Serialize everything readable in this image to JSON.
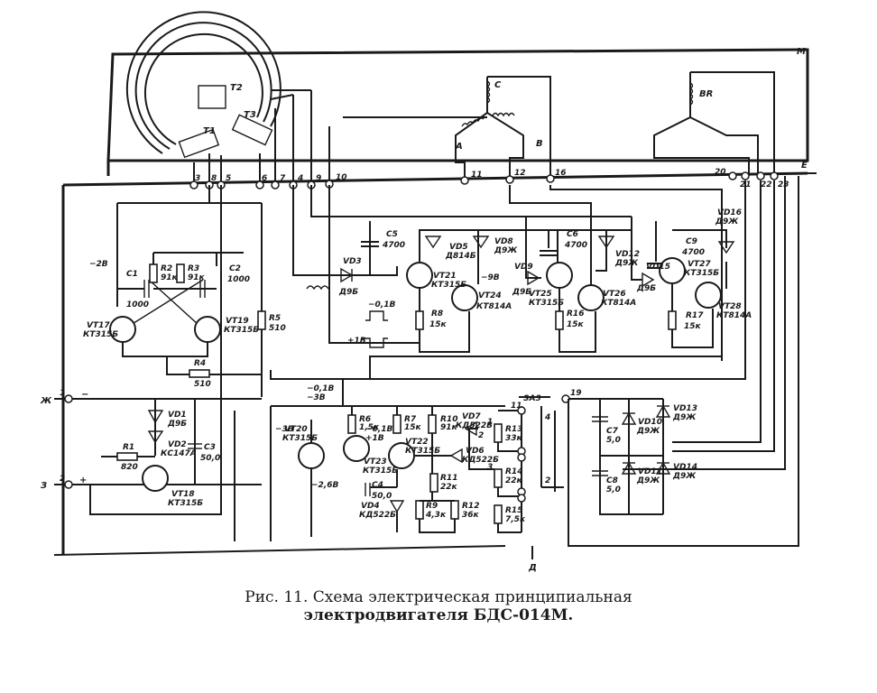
{
  "caption": {
    "line1": "Рис. 11. Схема электрическая принципиальная",
    "line2": "электродвигателя БДС-014М."
  },
  "sensor": {
    "t1": "T1",
    "t2": "T2",
    "t3": "T3"
  },
  "windings": {
    "main": [
      "A",
      "B",
      "C"
    ],
    "brake": "BR"
  },
  "terminals": [
    "3",
    "8",
    "5",
    "6",
    "7",
    "4",
    "9",
    "10",
    "11",
    "12",
    "16",
    "20",
    "21",
    "22",
    "23",
    "19",
    "1",
    "2"
  ],
  "connectors": {
    "M": "M",
    "E": "Е",
    "Zh": "Ж",
    "Z": "З",
    "D": "Д",
    "minus": "−",
    "plus": "+"
  },
  "components": {
    "C1": {
      "ref": "C1",
      "val": "1000"
    },
    "C2": {
      "ref": "C2",
      "val": "1000"
    },
    "C3": {
      "ref": "C3",
      "val": "50,0"
    },
    "C4": {
      "ref": "C4",
      "val": "50,0"
    },
    "C5": {
      "ref": "C5",
      "val": "4700"
    },
    "C6": {
      "ref": "C6",
      "val": "4700"
    },
    "C7": {
      "ref": "C7",
      "val": "5,0"
    },
    "C8": {
      "ref": "C8",
      "val": "5,0"
    },
    "C9": {
      "ref": "C9",
      "val": "4700"
    },
    "R1": {
      "ref": "R1",
      "val": "820"
    },
    "R2": {
      "ref": "R2",
      "val": "91к"
    },
    "R3": {
      "ref": "R3",
      "val": "91к"
    },
    "R4": {
      "ref": "R4",
      "val": "510"
    },
    "R5": {
      "ref": "R5",
      "val": "510"
    },
    "R6": {
      "ref": "R6",
      "val": "1,5к"
    },
    "R7": {
      "ref": "R7",
      "val": "15к"
    },
    "R8": {
      "ref": "R8",
      "val": "15к"
    },
    "R9": {
      "ref": "R9",
      "val": "4,3к"
    },
    "R10": {
      "ref": "R10",
      "val": "91к"
    },
    "R11": {
      "ref": "R11",
      "val": "22к"
    },
    "R12": {
      "ref": "R12",
      "val": "36к"
    },
    "R13": {
      "ref": "R13",
      "val": "33к"
    },
    "R14": {
      "ref": "R14",
      "val": "22к"
    },
    "R15": {
      "ref": "R15",
      "val": "7,5к"
    },
    "R16": {
      "ref": "R16",
      "val": "15к"
    },
    "R17": {
      "ref": "R17",
      "val": "15к"
    },
    "VD1": {
      "ref": "VD1",
      "val": "Д9Б"
    },
    "VD2": {
      "ref": "VD2",
      "val": "КС147А"
    },
    "VD3": {
      "ref": "VD3",
      "val": "Д9Б"
    },
    "VD4": {
      "ref": "VD4",
      "val": "КД522Б"
    },
    "VD5": {
      "ref": "VD5",
      "val": "Д814Б"
    },
    "VD6": {
      "ref": "VD6",
      "val": "КД522Б"
    },
    "VD7": {
      "ref": "VD7",
      "val": "КД522Б"
    },
    "VD8": {
      "ref": "VD8",
      "val": "Д9Ж"
    },
    "VD9": {
      "ref": "VD9",
      "val": "Д9Б"
    },
    "VD12": {
      "ref": "VD12",
      "val": "Д9Ж"
    },
    "VD13": {
      "ref": "VD13",
      "val": "Д9Ж"
    },
    "VD14": {
      "ref": "VD14",
      "val": "Д9Ж"
    },
    "VD15": {
      "ref": "VD15",
      "val": "Д9Б"
    },
    "VD16": {
      "ref": "VD16",
      "val": "Д9Ж"
    },
    "VD10": {
      "ref": "VD10",
      "val": "Д9Ж"
    },
    "VD11": {
      "ref": "VD11",
      "val": "Д9Ж"
    },
    "VT17": {
      "ref": "VT17",
      "val": "КТ315Б"
    },
    "VT18": {
      "ref": "VT18",
      "val": "КТ315Б"
    },
    "VT19": {
      "ref": "VT19",
      "val": "КТ315Б"
    },
    "VT20": {
      "ref": "VT20",
      "val": "КТ315Б"
    },
    "VT21": {
      "ref": "VT21",
      "val": "КТ315Б"
    },
    "VT22": {
      "ref": "VT22",
      "val": "КТ315Б"
    },
    "VT23": {
      "ref": "VT23",
      "val": "КТ315Б"
    },
    "VT24": {
      "ref": "VT24",
      "val": "КТ814А"
    },
    "VT25": {
      "ref": "VT25",
      "val": "КТ315Б"
    },
    "VT26": {
      "ref": "VT26",
      "val": "КТ814А"
    },
    "VT27": {
      "ref": "VT27",
      "val": "КТ315Б"
    },
    "VT28": {
      "ref": "VT28",
      "val": "КТ814А"
    },
    "SA3": {
      "ref": "SA3"
    }
  },
  "annotations": {
    "v_minus2": "−2В",
    "v_minus9": "−9В",
    "v_minus01_a": "−0,1В",
    "v_minus3_a": "−3В",
    "v_minus3_b": "−3В",
    "v_minus01_b": "−0,1В",
    "v_plus1": "+1В",
    "v_minus2b": "−2,6В",
    "pulse_neg": "−0,1В",
    "pulse_pos": "+1В",
    "sa3_4": "4",
    "sa3_2": "2",
    "pin_11": "11",
    "pin_n1": "1",
    "pin_n2": "2",
    "pin_n3": "3"
  }
}
